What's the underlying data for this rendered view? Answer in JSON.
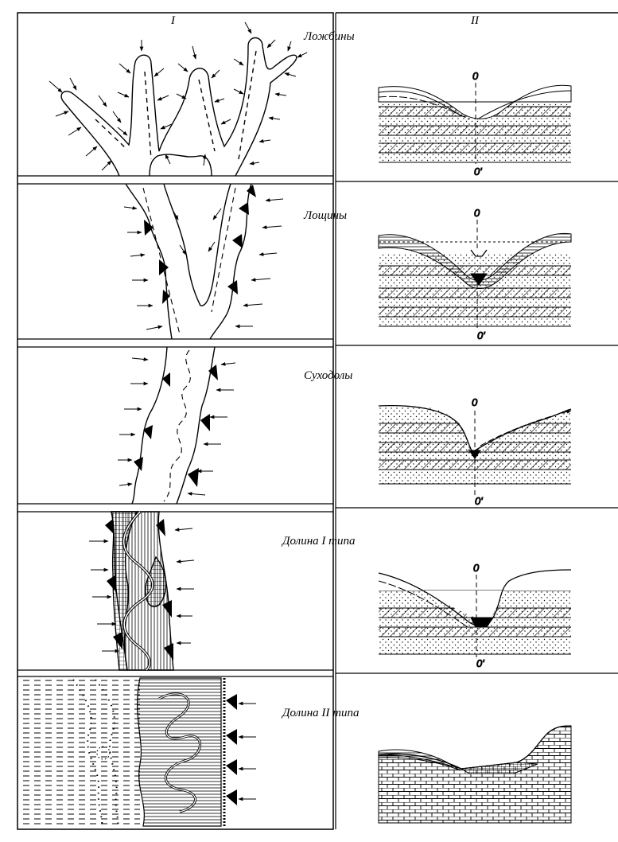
{
  "column_headers": {
    "left": "I",
    "right": "II"
  },
  "rows": [
    {
      "label": "Ложбины"
    },
    {
      "label": "Лощины"
    },
    {
      "label": "Суходолы"
    },
    {
      "label": "Долина I типа"
    },
    {
      "label": "Долина II типа"
    }
  ],
  "section_marks": {
    "top": "0",
    "bottom": "0'"
  }
}
